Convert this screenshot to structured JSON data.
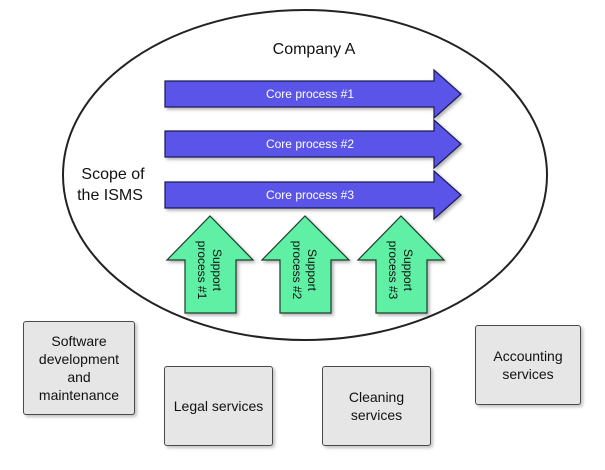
{
  "company_label": "Company A",
  "scope_label_line1": "Scope of",
  "scope_label_line2": "the ISMS",
  "core_processes": [
    {
      "label": "Core process #1"
    },
    {
      "label": "Core process #2"
    },
    {
      "label": "Core process #3"
    }
  ],
  "support_processes": [
    {
      "line1": "Support",
      "line2": "process #1"
    },
    {
      "line1": "Support",
      "line2": "process #2"
    },
    {
      "line1": "Support",
      "line2": "process #3"
    }
  ],
  "external_services": {
    "software": [
      "Software",
      "development",
      "and",
      "maintenance"
    ],
    "legal": "Legal services",
    "cleaning": [
      "Cleaning",
      "services"
    ],
    "accounting": [
      "Accounting",
      "services"
    ]
  },
  "colors": {
    "core_arrow_fill": "#5a54e8",
    "core_arrow_stroke": "#1a1a55",
    "support_arrow_fill": "#5ff0a5",
    "support_arrow_stroke": "#1a3d2a",
    "service_box_fill": "#e6e6e6",
    "ellipse_stroke": "#222222"
  }
}
